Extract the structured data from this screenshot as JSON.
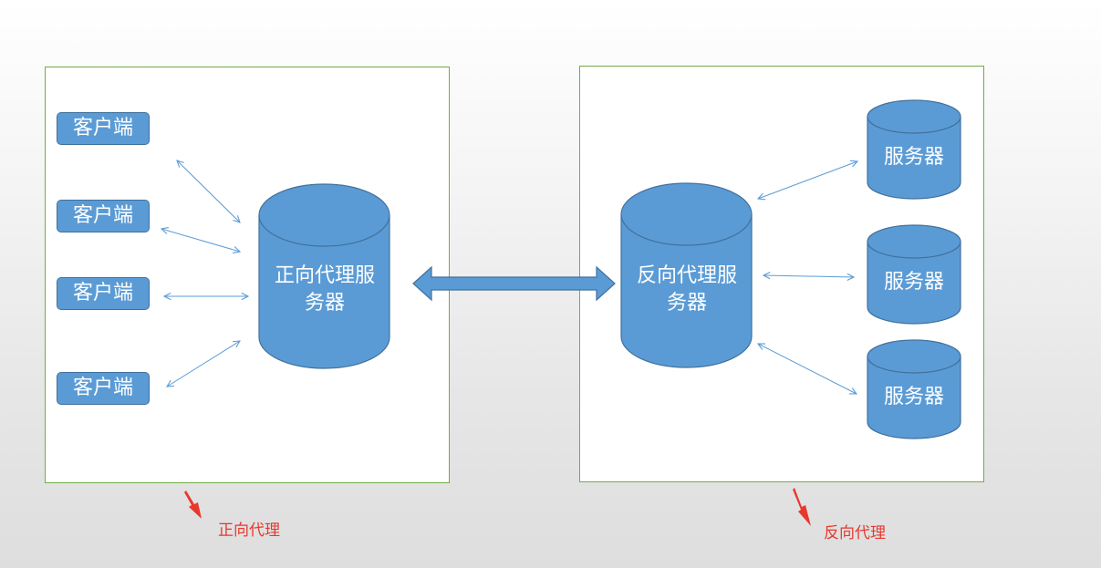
{
  "forward_proxy": {
    "clients": [
      {
        "label": "客户端"
      },
      {
        "label": "客户端"
      },
      {
        "label": "客户端"
      },
      {
        "label": "客户端"
      }
    ],
    "proxy_server": {
      "line1": "正向代理服",
      "line2": "务器"
    },
    "caption": "正向代理"
  },
  "reverse_proxy": {
    "proxy_server": {
      "line1": "反向代理服",
      "line2": "务器"
    },
    "servers": [
      {
        "label": "服务器"
      },
      {
        "label": "服务器"
      },
      {
        "label": "服务器"
      }
    ],
    "caption": "反向代理"
  },
  "colors": {
    "shape_fill": "#5b9bd5",
    "shape_stroke": "#41719c",
    "panel_border": "#71ad47",
    "connector": "#5b9bd5",
    "caption": "#e8382e"
  }
}
